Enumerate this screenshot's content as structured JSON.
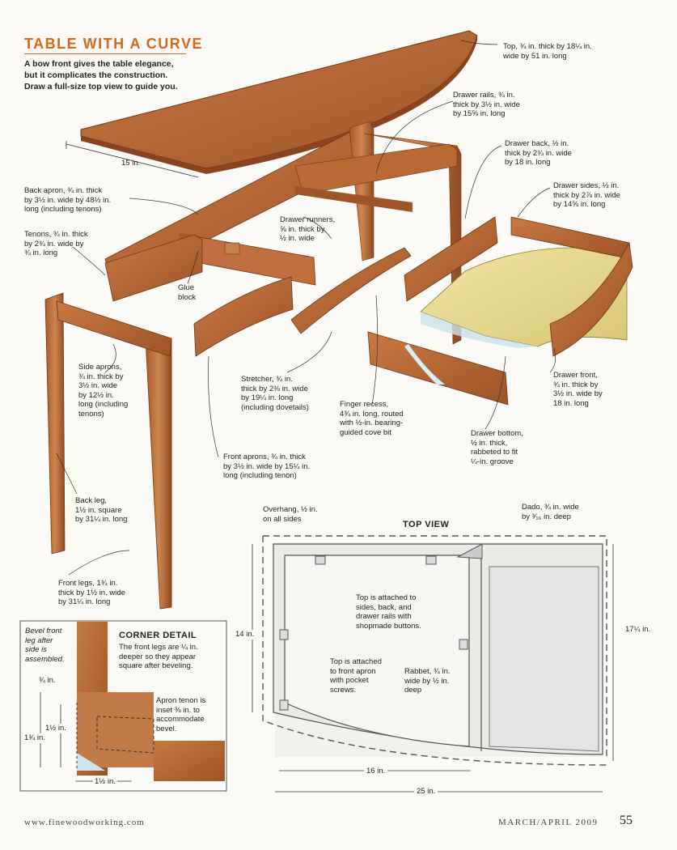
{
  "header": {
    "title": "TABLE WITH A CURVE",
    "intro": "A bow front gives the table elegance, but it complicates the construction. Draw a full-size top view to guide you."
  },
  "callouts": {
    "top": "Top, ¾ in. thick by 18¼ in.\nwide by 51 in. long",
    "top_width": "15 in.",
    "drawer_rails": "Drawer rails, ¾ in.\nthick by 3½ in. wide\nby 15⅝ in. long",
    "drawer_back": "Drawer back, ½ in.\nthick by 2¾ in. wide\nby 18 in. long",
    "drawer_sides": "Drawer sides, ½ in.\nthick by 2⅞ in. wide\nby 14⅝ in. long",
    "back_apron": "Back apron, ¾ in. thick\nby 3½ in. wide by 48½ in.\nlong (including tenons)",
    "tenons": "Tenons, ¾ in. thick\nby 2¾ in. wide by\n¾ in. long",
    "drawer_runners": "Drawer runners,\n⅝ in. thick by\n½ in. wide",
    "glue_block": "Glue\nblock",
    "side_aprons": "Side aprons,\n¾ in. thick by\n3½ in. wide\nby 12½ in.\nlong (including\ntenons)",
    "stretcher": "Stretcher, ¾ in.\nthick by 2⅜ in. wide\nby 19¼ in. long\n(including dovetails)",
    "finger_recess": "Finger recess,\n4¾ in. long, routed\nwith ½-in. bearing-\nguided cove bit",
    "drawer_front": "Drawer front,\n¾ in. thick by\n3½ in. wide by\n18 in. long",
    "drawer_bottom": "Drawer bottom,\n½ in. thick,\nrabbeted to fit\n¼-in. groove",
    "front_aprons": "Front aprons, ¾ in. thick\nby 3½ in. wide by 15¼ in.\nlong (including tenon)",
    "back_leg": "Back leg,\n1½ in. square\nby 31¼ in. long",
    "front_legs": "Front legs, 1¾ in.\nthick by 1½ in. wide\nby 31¼ in. long"
  },
  "top_view": {
    "heading": "TOP VIEW",
    "overhang": "Overhang, ½ in.\non all sides",
    "dado": "Dado, ¾ in. wide\nby ³⁄₁₆ in. deep",
    "buttons_note": "Top is attached to\nsides, back, and\ndrawer rails with\nshopmade buttons.",
    "screws_note": "Top is attached\nto front apron\nwith pocket\nscrews.",
    "rabbet": "Rabbet, ¾ in.\nwide by ½ in.\ndeep",
    "dim_depth": "14 in.",
    "dim_right": "17¼ in.",
    "dim_16": "16 in.",
    "dim_25": "25 in."
  },
  "corner_detail": {
    "heading": "CORNER DETAIL",
    "text": "The front legs are ¼ in.\ndeeper so they appear\nsquare after beveling.",
    "bevel_note": "Bevel front\nleg after\nside is\nassembled.",
    "tenon_note": "Apron tenon is\ninset ⅜ in. to\naccommodate\nbevel.",
    "dim_quarter": "¾ in.",
    "dim_1half": "1½ in.",
    "dim_1three": "1¾ in.",
    "dim_bottom": "1½ in."
  },
  "footer": {
    "site": "www.finewoodworking.com",
    "issue": "MARCH/APRIL 2009",
    "page": "55"
  },
  "colors": {
    "accent": "#d2691e",
    "wood": "#b96a34",
    "wood_dark": "#8a4520",
    "wood_light": "#d49060",
    "drawer_bottom": "#e8d890",
    "plan_line": "#555555"
  }
}
